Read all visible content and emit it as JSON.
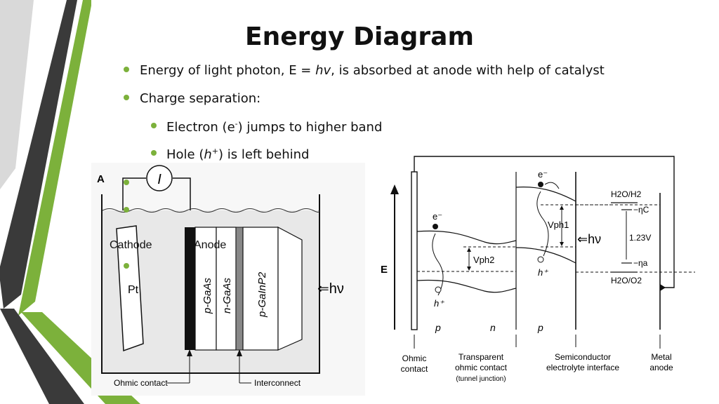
{
  "slide": {
    "title": "Energy Diagram",
    "bullets": {
      "b1_pre": "Energy of light photon, E = ",
      "b1_hv": "hv",
      "b1_post": ", is absorbed at anode with help of catalyst",
      "b2": "Charge separation:",
      "b3_pre": "Electron (e",
      "b3_sup": "-",
      "b3_post": ") jumps to higher band",
      "b4_pre": "Hole (",
      "b4_h": "h",
      "b4_sup": "+",
      "b4_post": ") is left behind"
    },
    "overlay_labels": {
      "cathode": "Cathode",
      "anode": "Anode"
    },
    "accent_color": "#7cb13b",
    "dark_color": "#3a3a3a"
  },
  "cell_figure": {
    "panel_letter": "A",
    "meter": "I",
    "pt": "Pt",
    "layers": [
      "p-GaAs",
      "n-GaAs",
      "p-GaInP2"
    ],
    "light": "⇐hν",
    "ohmic_contact": "Ohmic contact",
    "interconnect": "Interconnect"
  },
  "band_figure": {
    "e_axis": "E",
    "electron_top": "e⁻",
    "electron_left": "e⁻",
    "hole_1": "h⁺",
    "hole_2": "h⁺",
    "vph1": "Vph1",
    "vph2": "Vph2",
    "light": "⇐hν",
    "h2o_h2": "H2O/H2",
    "h2o_o2": "H2O/O2",
    "eta_c": "−ηC",
    "eta_a": "−ηa",
    "voltage": "1.23V",
    "doping": [
      "p",
      "n",
      "p"
    ],
    "bottom_labels": {
      "ohmic": [
        "Ohmic",
        "contact"
      ],
      "transparent": [
        "Transparent",
        "ohmic contact",
        "(tunnel junction)"
      ],
      "semiconductor": [
        "Semiconductor",
        "electrolyte interface"
      ],
      "metal": [
        "Metal",
        "anode"
      ]
    }
  }
}
